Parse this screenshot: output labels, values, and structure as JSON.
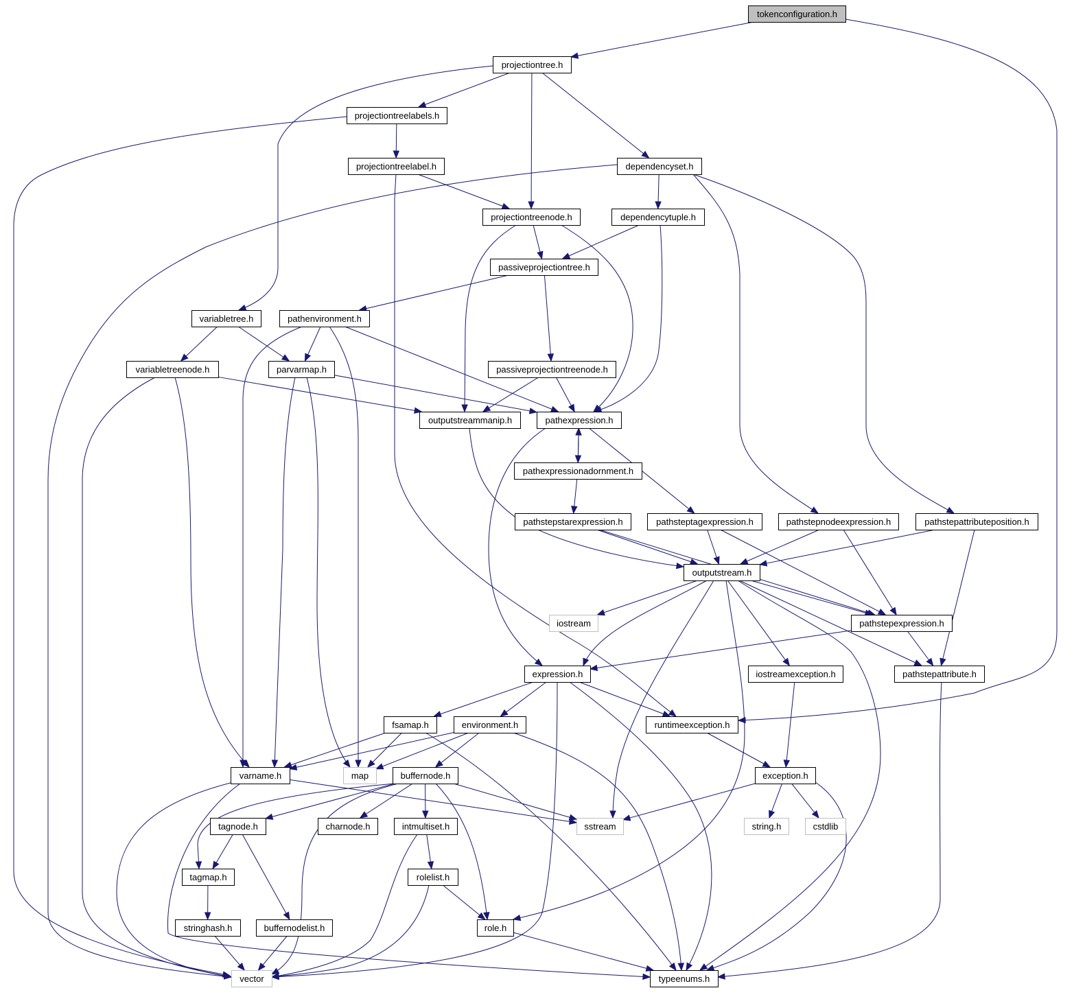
{
  "diagram": {
    "nodes": [
      {
        "id": "tokenconfiguration",
        "label": "tokenconfiguration.h",
        "kind": "root"
      },
      {
        "id": "projectiontree",
        "label": "projectiontree.h"
      },
      {
        "id": "projectiontreelabels",
        "label": "projectiontreelabels.h"
      },
      {
        "id": "projectiontreelabel",
        "label": "projectiontreelabel.h"
      },
      {
        "id": "dependencyset",
        "label": "dependencyset.h"
      },
      {
        "id": "projectiontreenode",
        "label": "projectiontreenode.h"
      },
      {
        "id": "dependencytuple",
        "label": "dependencytuple.h"
      },
      {
        "id": "passiveprojectiontree",
        "label": "passiveprojectiontree.h"
      },
      {
        "id": "variabletree",
        "label": "variabletree.h"
      },
      {
        "id": "pathenvironment",
        "label": "pathenvironment.h"
      },
      {
        "id": "variabletreenode",
        "label": "variabletreenode.h"
      },
      {
        "id": "parvarmap",
        "label": "parvarmap.h"
      },
      {
        "id": "passiveprojectiontreenode",
        "label": "passiveprojectiontreenode.h"
      },
      {
        "id": "outputstreammanip",
        "label": "outputstreammanip.h"
      },
      {
        "id": "pathexpression",
        "label": "pathexpression.h"
      },
      {
        "id": "pathexpressionadornment",
        "label": "pathexpressionadornment.h"
      },
      {
        "id": "pathstepstarexpression",
        "label": "pathstepstarexpression.h"
      },
      {
        "id": "pathsteptagexpression",
        "label": "pathsteptagexpression.h"
      },
      {
        "id": "pathstepnodeexpression",
        "label": "pathstepnodeexpression.h"
      },
      {
        "id": "pathstepattributeposition",
        "label": "pathstepattributeposition.h"
      },
      {
        "id": "outputstream",
        "label": "outputstream.h"
      },
      {
        "id": "iostream",
        "label": "iostream",
        "kind": "ext"
      },
      {
        "id": "pathstepexpression",
        "label": "pathstepexpression.h"
      },
      {
        "id": "expression",
        "label": "expression.h"
      },
      {
        "id": "iostreamexception",
        "label": "iostreamexception.h"
      },
      {
        "id": "pathstepattribute",
        "label": "pathstepattribute.h"
      },
      {
        "id": "fsamap",
        "label": "fsamap.h"
      },
      {
        "id": "environment",
        "label": "environment.h"
      },
      {
        "id": "runtimeexception",
        "label": "runtimeexception.h"
      },
      {
        "id": "varname",
        "label": "varname.h"
      },
      {
        "id": "map",
        "label": "map",
        "kind": "ext"
      },
      {
        "id": "buffernode",
        "label": "buffernode.h"
      },
      {
        "id": "exception",
        "label": "exception.h"
      },
      {
        "id": "tagnode",
        "label": "tagnode.h"
      },
      {
        "id": "charnode",
        "label": "charnode.h"
      },
      {
        "id": "intmultiset",
        "label": "intmultiset.h"
      },
      {
        "id": "sstream",
        "label": "sstream",
        "kind": "ext"
      },
      {
        "id": "string",
        "label": "string.h",
        "kind": "ext"
      },
      {
        "id": "cstdlib",
        "label": "cstdlib",
        "kind": "ext"
      },
      {
        "id": "tagmap",
        "label": "tagmap.h"
      },
      {
        "id": "rolelist",
        "label": "rolelist.h"
      },
      {
        "id": "stringhash",
        "label": "stringhash.h"
      },
      {
        "id": "buffernodelist",
        "label": "buffernodelist.h"
      },
      {
        "id": "role",
        "label": "role.h"
      },
      {
        "id": "vector",
        "label": "vector",
        "kind": "ext"
      },
      {
        "id": "typeenums",
        "label": "typeenums.h"
      }
    ],
    "edges": [
      [
        "tokenconfiguration",
        "projectiontree"
      ],
      [
        "tokenconfiguration",
        "runtimeexception"
      ],
      [
        "projectiontree",
        "projectiontreelabels"
      ],
      [
        "projectiontree",
        "projectiontreenode"
      ],
      [
        "projectiontree",
        "dependencyset"
      ],
      [
        "projectiontree",
        "variabletree"
      ],
      [
        "projectiontreelabels",
        "projectiontreelabel"
      ],
      [
        "projectiontreelabels",
        "vector"
      ],
      [
        "projectiontreelabel",
        "projectiontreenode"
      ],
      [
        "projectiontreelabel",
        "runtimeexception"
      ],
      [
        "dependencyset",
        "dependencytuple"
      ],
      [
        "dependencyset",
        "vector"
      ],
      [
        "dependencyset",
        "pathstepnodeexpression"
      ],
      [
        "dependencyset",
        "pathstepattributeposition"
      ],
      [
        "projectiontreenode",
        "passiveprojectiontree"
      ],
      [
        "projectiontreenode",
        "outputstreammanip"
      ],
      [
        "projectiontreenode",
        "pathexpression"
      ],
      [
        "dependencytuple",
        "passiveprojectiontree"
      ],
      [
        "dependencytuple",
        "pathexpression"
      ],
      [
        "passiveprojectiontree",
        "pathenvironment"
      ],
      [
        "passiveprojectiontree",
        "passiveprojectiontreenode"
      ],
      [
        "variabletree",
        "variabletreenode"
      ],
      [
        "variabletree",
        "parvarmap"
      ],
      [
        "pathenvironment",
        "parvarmap"
      ],
      [
        "pathenvironment",
        "varname"
      ],
      [
        "pathenvironment",
        "map"
      ],
      [
        "pathenvironment",
        "pathexpression"
      ],
      [
        "variabletreenode",
        "outputstreammanip"
      ],
      [
        "variabletreenode",
        "varname"
      ],
      [
        "variabletreenode",
        "vector"
      ],
      [
        "parvarmap",
        "pathexpression"
      ],
      [
        "parvarmap",
        "varname"
      ],
      [
        "parvarmap",
        "map"
      ],
      [
        "passiveprojectiontreenode",
        "outputstreammanip"
      ],
      [
        "passiveprojectiontreenode",
        "pathexpression"
      ],
      [
        "outputstreammanip",
        "outputstream"
      ],
      [
        "pathexpression",
        "pathexpressionadornment"
      ],
      [
        "pathexpressionadornment",
        "pathexpression"
      ],
      [
        "pathexpression",
        "pathsteptagexpression"
      ],
      [
        "pathexpression",
        "expression"
      ],
      [
        "pathexpressionadornment",
        "pathstepstarexpression"
      ],
      [
        "pathstepstarexpression",
        "outputstream"
      ],
      [
        "pathstepstarexpression",
        "pathstepexpression"
      ],
      [
        "pathsteptagexpression",
        "outputstream"
      ],
      [
        "pathsteptagexpression",
        "pathstepexpression"
      ],
      [
        "pathstepnodeexpression",
        "outputstream"
      ],
      [
        "pathstepnodeexpression",
        "pathstepexpression"
      ],
      [
        "pathstepattributeposition",
        "outputstream"
      ],
      [
        "pathstepattributeposition",
        "pathstepattribute"
      ],
      [
        "outputstream",
        "iostream"
      ],
      [
        "outputstream",
        "pathstepexpression"
      ],
      [
        "outputstream",
        "expression"
      ],
      [
        "outputstream",
        "iostreamexception"
      ],
      [
        "outputstream",
        "pathstepattribute"
      ],
      [
        "outputstream",
        "sstream"
      ],
      [
        "outputstream",
        "role"
      ],
      [
        "outputstream",
        "typeenums"
      ],
      [
        "pathstepexpression",
        "expression"
      ],
      [
        "pathstepexpression",
        "pathstepattribute"
      ],
      [
        "pathstepattribute",
        "typeenums"
      ],
      [
        "iostreamexception",
        "exception"
      ],
      [
        "expression",
        "fsamap"
      ],
      [
        "expression",
        "environment"
      ],
      [
        "expression",
        "runtimeexception"
      ],
      [
        "expression",
        "vector"
      ],
      [
        "expression",
        "typeenums"
      ],
      [
        "runtimeexception",
        "exception"
      ],
      [
        "fsamap",
        "varname"
      ],
      [
        "fsamap",
        "map"
      ],
      [
        "fsamap",
        "typeenums"
      ],
      [
        "environment",
        "varname"
      ],
      [
        "environment",
        "map"
      ],
      [
        "environment",
        "buffernode"
      ],
      [
        "environment",
        "typeenums"
      ],
      [
        "varname",
        "sstream"
      ],
      [
        "varname",
        "vector"
      ],
      [
        "varname",
        "typeenums"
      ],
      [
        "buffernode",
        "tagnode"
      ],
      [
        "buffernode",
        "charnode"
      ],
      [
        "buffernode",
        "intmultiset"
      ],
      [
        "buffernode",
        "sstream"
      ],
      [
        "buffernode",
        "tagmap"
      ],
      [
        "buffernode",
        "role"
      ],
      [
        "buffernode",
        "vector"
      ],
      [
        "exception",
        "sstream"
      ],
      [
        "exception",
        "string"
      ],
      [
        "exception",
        "cstdlib"
      ],
      [
        "exception",
        "typeenums"
      ],
      [
        "tagnode",
        "tagmap"
      ],
      [
        "tagnode",
        "buffernodelist"
      ],
      [
        "intmultiset",
        "rolelist"
      ],
      [
        "intmultiset",
        "vector"
      ],
      [
        "rolelist",
        "role"
      ],
      [
        "rolelist",
        "vector"
      ],
      [
        "tagmap",
        "stringhash"
      ],
      [
        "stringhash",
        "vector"
      ],
      [
        "buffernodelist",
        "vector"
      ],
      [
        "role",
        "typeenums"
      ]
    ]
  }
}
